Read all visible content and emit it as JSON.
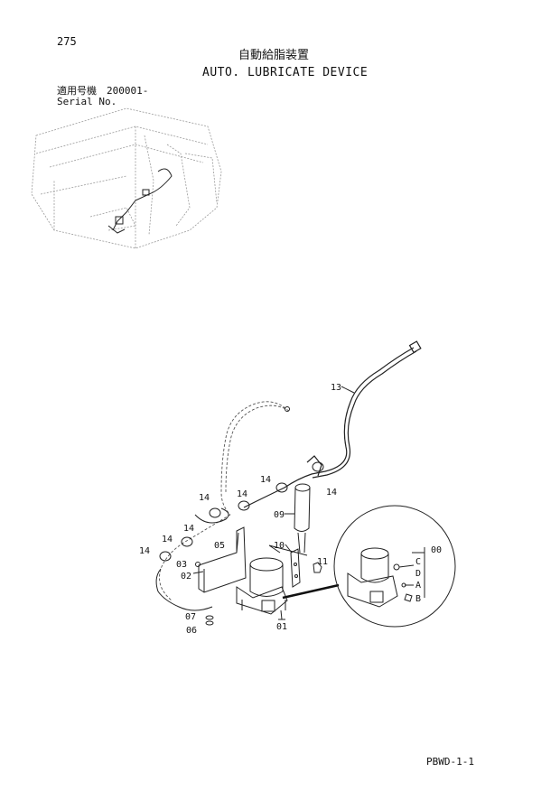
{
  "page_number": "275",
  "title_jp": "自動給脂装置",
  "title_en": "AUTO. LUBRICATE DEVICE",
  "serial": {
    "label_jp": "適用号機",
    "label_en": "Serial No.",
    "value": "200001-"
  },
  "callouts": {
    "c13": "13",
    "c14a": "14",
    "c14b": "14",
    "c14c": "14",
    "c14d": "14",
    "c14e": "14",
    "c14f": "14",
    "c09": "09",
    "c10": "10",
    "c11": "11",
    "c05": "05",
    "c03": "03",
    "c02": "02",
    "c01": "01",
    "c07": "07",
    "c06": "06",
    "c00": "00",
    "cC": "C",
    "cD": "D",
    "cA": "A",
    "cB": "B"
  },
  "footer_code": "PBWD-1-1"
}
